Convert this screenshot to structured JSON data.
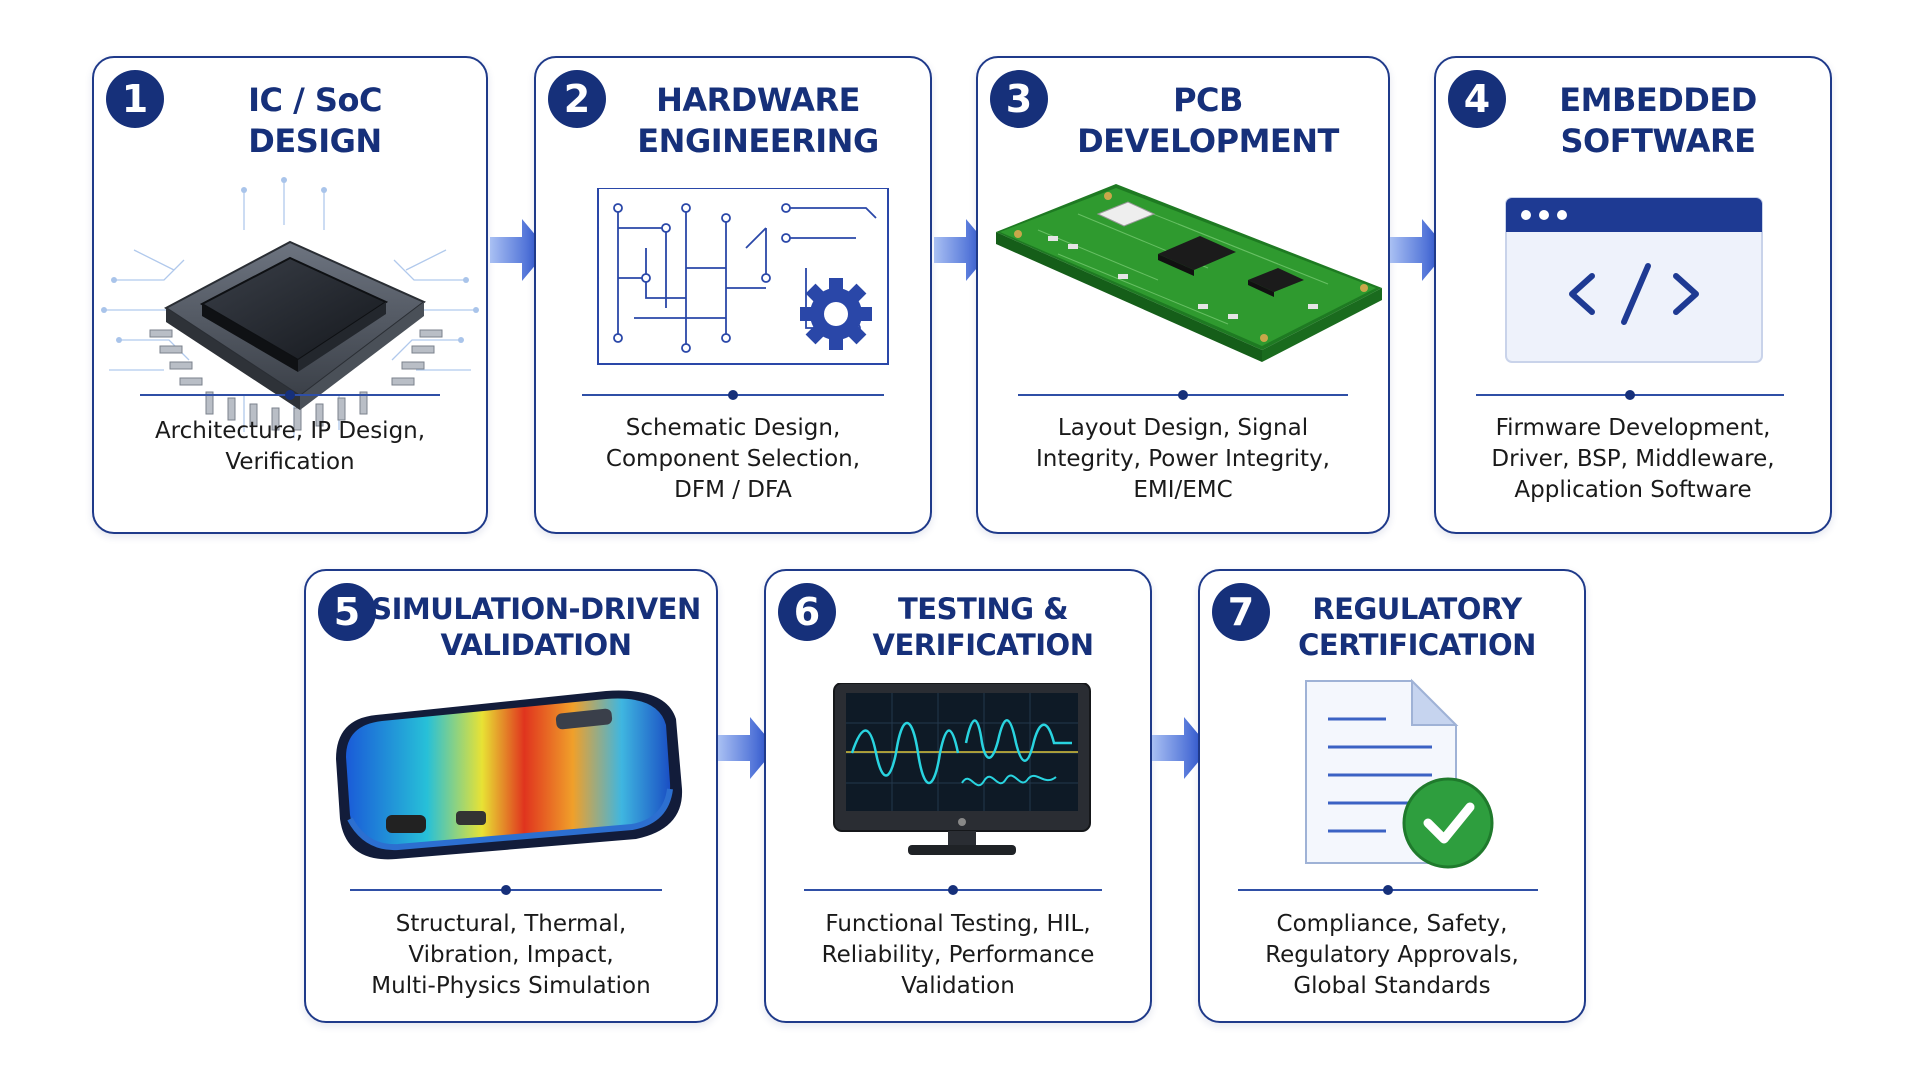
{
  "colors": {
    "primary": "#16307a",
    "border": "#1f3a8a",
    "arrow": "#2a56d8",
    "pcb_green": "#2f9a2f",
    "check_green": "#2e9e3e"
  },
  "steps": [
    {
      "number": "1",
      "title_lines": [
        "IC / SoC",
        "DESIGN"
      ],
      "desc_lines": [
        "Architecture, IP Design,",
        "Verification"
      ],
      "icon": "microchip-icon"
    },
    {
      "number": "2",
      "title_lines": [
        "HARDWARE",
        "ENGINEERING"
      ],
      "desc_lines": [
        "Schematic Design,",
        "Component Selection,",
        "DFM / DFA"
      ],
      "icon": "schematic-gear-icon"
    },
    {
      "number": "3",
      "title_lines": [
        "PCB",
        "DEVELOPMENT"
      ],
      "desc_lines": [
        "Layout Design, Signal",
        "Integrity, Power Integrity,",
        "EMI/EMC"
      ],
      "icon": "circuit-board-icon"
    },
    {
      "number": "4",
      "title_lines": [
        "EMBEDDED",
        "SOFTWARE"
      ],
      "desc_lines": [
        "Firmware Development,",
        "Driver, BSP, Middleware,",
        "Application Software"
      ],
      "icon": "code-window-icon"
    },
    {
      "number": "5",
      "title_lines": [
        "SIMULATION-DRIVEN",
        "VALIDATION"
      ],
      "desc_lines": [
        "Structural, Thermal,",
        "Vibration, Impact,",
        "Multi-Physics Simulation"
      ],
      "icon": "thermal-simulation-device-icon"
    },
    {
      "number": "6",
      "title_lines": [
        "TESTING &",
        "VERIFICATION"
      ],
      "desc_lines": [
        "Functional Testing, HIL,",
        "Reliability, Performance",
        "Validation"
      ],
      "icon": "oscilloscope-monitor-icon"
    },
    {
      "number": "7",
      "title_lines": [
        "REGULATORY",
        "CERTIFICATION"
      ],
      "desc_lines": [
        "Compliance, Safety,",
        "Regulatory Approvals,",
        "Global Standards"
      ],
      "icon": "certified-document-icon"
    }
  ]
}
